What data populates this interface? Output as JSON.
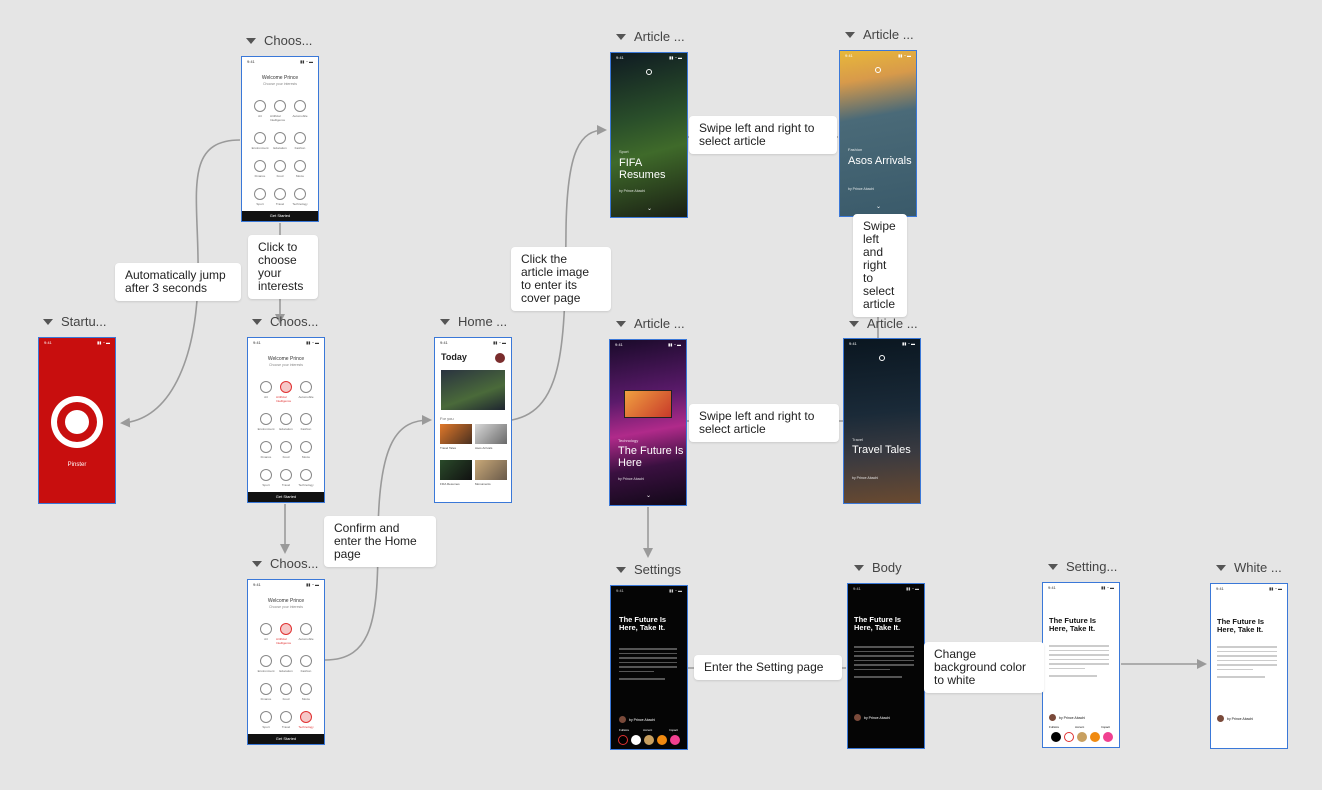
{
  "frames": {
    "choose1": {
      "title": "Choos...",
      "welcome": "Welcome Prince",
      "subtitle": "Choose your interests",
      "button": "Get Started"
    },
    "startup": {
      "title": "Startu...",
      "app_name": "Pinster"
    },
    "choose2": {
      "title": "Choos...",
      "welcome": "Welcome Prince",
      "subtitle": "Choose your interests",
      "button": "Get Started"
    },
    "choose3": {
      "title": "Choos...",
      "welcome": "Welcome Prince",
      "subtitle": "Choose your interests",
      "button": "Get Started"
    },
    "home": {
      "title": "Home ...",
      "heading": "Today",
      "section": "For you",
      "cards": [
        "Travel Tales",
        "Asos Arrivals",
        "FIFA Resumes",
        "Monuments"
      ]
    },
    "article1": {
      "title": "Article ...",
      "category": "Sport",
      "headline": "FIFA Resumes",
      "author": "by Prince Abachi"
    },
    "article2": {
      "title": "Article ...",
      "category": "Fashion",
      "headline": "Asos Arrivals",
      "author": "by Prince Abachi"
    },
    "article3": {
      "title": "Article ...",
      "category": "Technology",
      "headline": "The Future Is Here",
      "author": "by Prince Abachi"
    },
    "article4": {
      "title": "Article ...",
      "category": "Travel",
      "headline": "Travel Tales",
      "author": "by Prince Abachi"
    },
    "settings": {
      "title": "Settings",
      "headline": "The Future Is Here, Take It.",
      "author": "by Prince Abachi",
      "labels": [
        "Fullsize",
        "Accent",
        "Impact"
      ]
    },
    "body": {
      "title": "Body",
      "headline": "The Future Is Here, Take It.",
      "author": "by Prince Abachi"
    },
    "settings2": {
      "title": "Setting...",
      "headline": "The Future Is Here, Take It.",
      "author": "by Prince Abachi",
      "labels": [
        "Fullsize",
        "Accent",
        "Impact"
      ]
    },
    "white": {
      "title": "White ...",
      "headline": "The Future Is Here, Take It.",
      "author": "by Prince Abachi"
    }
  },
  "interests": [
    "Art",
    "Artificial Intelligence",
    "Automobile",
    "Environment",
    "Education",
    "Fashion",
    "Finance",
    "Food",
    "Movie",
    "Sport",
    "Travel",
    "Technology"
  ],
  "notes": {
    "auto_jump": "Automatically jump after 3 seconds",
    "click_choose": "Click to choose your interests",
    "confirm": "Confirm and enter the Home page",
    "click_article": "Click the article image to enter its cover page",
    "swipe1": "Swipe left and right to select article",
    "swipe2": "Swipe left and right to select article",
    "swipe3": "Swipe left and right to select article",
    "enter_setting": "Enter the Setting page",
    "change_bg": "Change background color to white"
  },
  "colors": {
    "brand_red": "#c80e0e",
    "frame_border": "#3a78d8",
    "connector": "#9a9a9a",
    "selected": "#e03131",
    "swatches": [
      "#000000",
      "#ffffff",
      "#c8a060",
      "#f08a10",
      "#f04090"
    ]
  }
}
